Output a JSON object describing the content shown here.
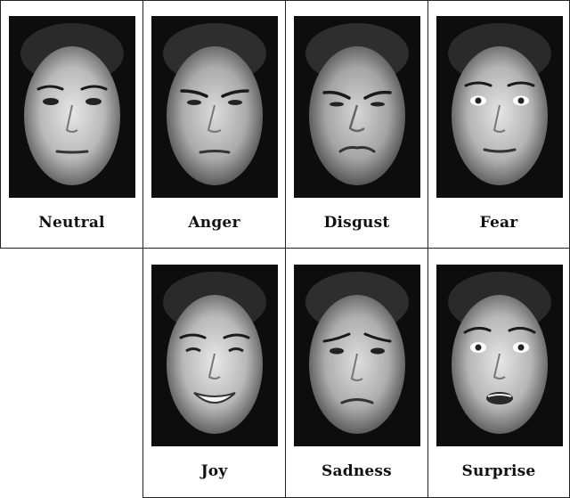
{
  "expressions": [
    {
      "label": "Neutral",
      "expression": "neutral"
    },
    {
      "label": "Anger",
      "expression": "anger"
    },
    {
      "label": "Disgust",
      "expression": "disgust"
    },
    {
      "label": "Fear",
      "expression": "fear"
    },
    {
      "label": "Joy",
      "expression": "joy"
    },
    {
      "label": "Sadness",
      "expression": "sadness"
    },
    {
      "label": "Surprise",
      "expression": "surprise"
    }
  ]
}
